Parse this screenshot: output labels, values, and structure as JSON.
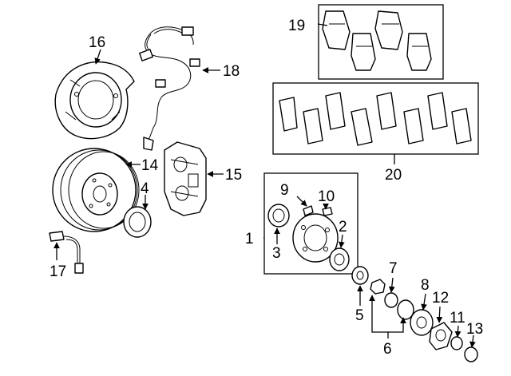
{
  "diagram": {
    "callouts": {
      "c1": "1",
      "c2": "2",
      "c3": "3",
      "c4": "4",
      "c5": "5",
      "c6": "6",
      "c7": "7",
      "c8": "8",
      "c9": "9",
      "c10": "10",
      "c11": "11",
      "c12": "12",
      "c13": "13",
      "c14": "14",
      "c15": "15",
      "c16": "16",
      "c17": "17",
      "c18": "18",
      "c19": "19",
      "c20": "20"
    }
  }
}
